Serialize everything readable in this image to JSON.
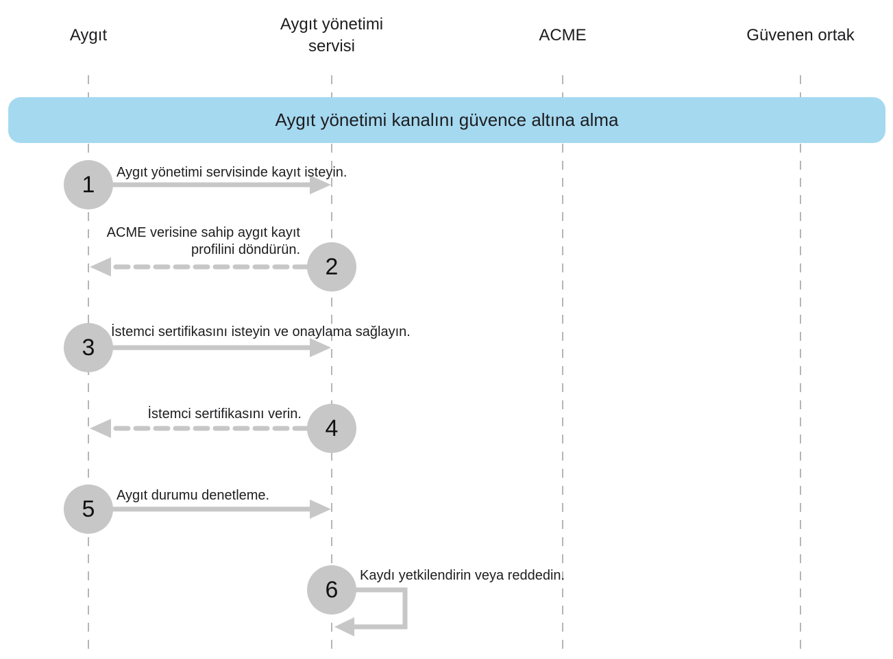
{
  "diagram": {
    "banner": {
      "label": "Aygıt yönetimi kanalını güvence altına alma"
    },
    "actors": [
      {
        "id": "aygit",
        "label": "Aygıt"
      },
      {
        "id": "aygit-yonetimi-servisi",
        "label": "Aygıt yönetimi\nservisi"
      },
      {
        "id": "acme",
        "label": "ACME"
      },
      {
        "id": "guvenen-ortak",
        "label": "Güvenen ortak"
      }
    ],
    "steps": [
      {
        "number": "1",
        "label": "Aygıt yönetimi servisinde kayıt isteyin.",
        "from": "Aygıt",
        "to": "Aygıt yönetimi servisi",
        "line": "solid"
      },
      {
        "number": "2",
        "label": "ACME verisine sahip aygıt kayıt\nprofilini döndürün.",
        "from": "Aygıt yönetimi servisi",
        "to": "Aygıt",
        "line": "dashed"
      },
      {
        "number": "3",
        "label": "İstemci sertifikasını isteyin ve onaylama sağlayın.",
        "from": "Aygıt",
        "to": "Aygıt yönetimi servisi",
        "line": "solid"
      },
      {
        "number": "4",
        "label": "İstemci sertifikasını verin.",
        "from": "Aygıt yönetimi servisi",
        "to": "Aygıt",
        "line": "dashed"
      },
      {
        "number": "5",
        "label": "Aygıt durumu denetleme.",
        "from": "Aygıt",
        "to": "Aygıt yönetimi servisi",
        "line": "solid"
      },
      {
        "number": "6",
        "label": "Kaydı yetkilendirin veya reddedin.",
        "from": "Aygıt yönetimi servisi",
        "to": "Aygıt yönetimi servisi",
        "line": "self-loop"
      }
    ],
    "colors": {
      "banner_blue": "#A5D9F0",
      "circle_gray": "#C7C7C7",
      "arrow_gray": "#C7C7C7",
      "lifeline_gray": "#B5B5B5",
      "text_black": "#1D1D1F"
    }
  }
}
